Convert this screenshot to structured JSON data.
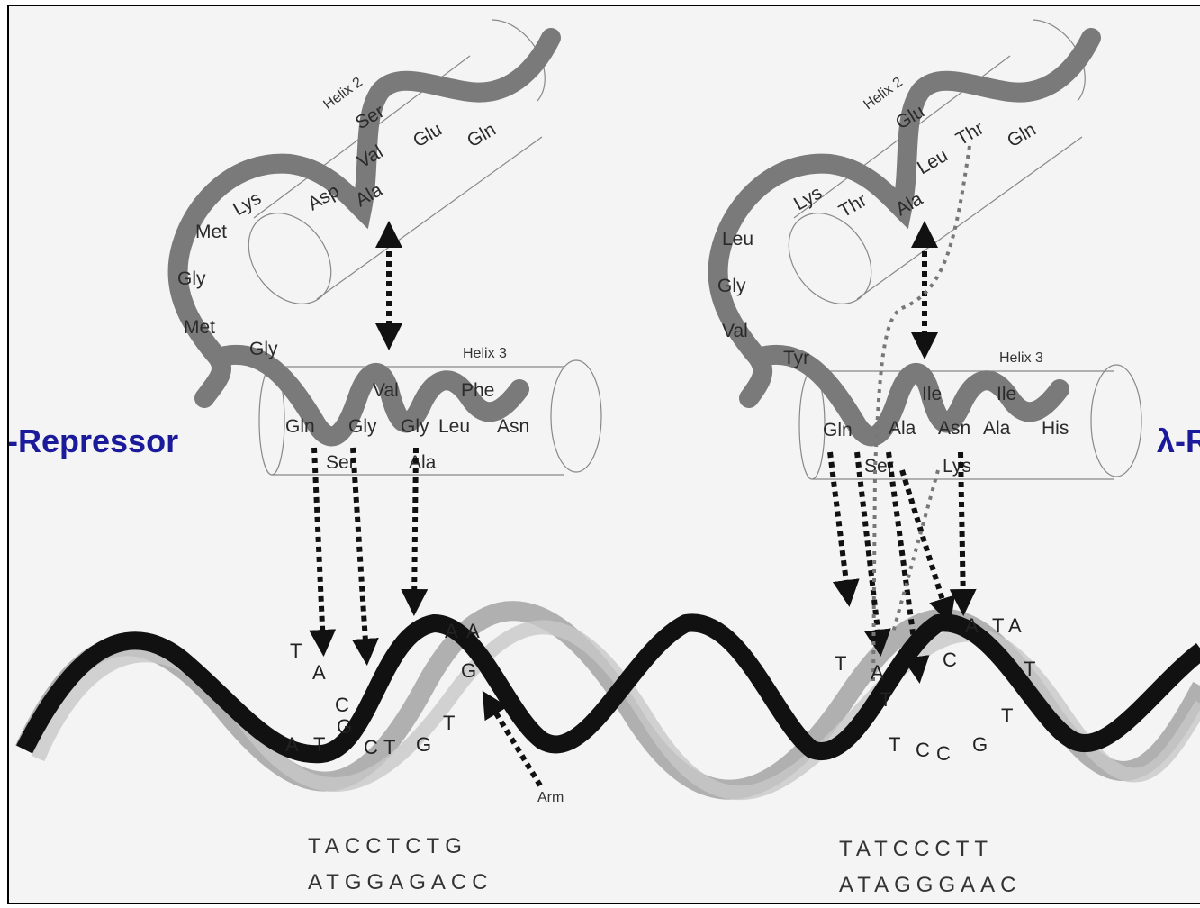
{
  "labels": {
    "left_protein": "-Repressor",
    "right_protein": "λ-R"
  },
  "left": {
    "helix2": "Helix 2",
    "helix3": "Helix 3",
    "helix2_residues": [
      "Lys",
      "Asp",
      "Ser",
      "Val",
      "Glu",
      "Gln",
      "Ala"
    ],
    "turn_residues": [
      "Met",
      "Gly",
      "Met",
      "Gly"
    ],
    "helix3_residues": [
      "Val",
      "Phe",
      "Gln",
      "Gly",
      "Gly",
      "Leu",
      "Asn",
      "Ser",
      "Ala"
    ],
    "bases": [
      "T",
      "A",
      "C",
      "G",
      "A",
      "A",
      "G",
      "C",
      "T",
      "G",
      "T",
      "A",
      "T"
    ],
    "arm": "Arm",
    "seq_top": "TACCTCTG",
    "seq_bottom": "ATGGAGACC"
  },
  "right": {
    "helix2": "Helix 2",
    "helix3": "Helix 3",
    "helix2_residues": [
      "Lys",
      "Thr",
      "Glu",
      "Leu",
      "Thr",
      "Gln",
      "Ala"
    ],
    "turn_residues": [
      "Leu",
      "Gly",
      "Val",
      "Tyr"
    ],
    "helix3_residues": [
      "Ile",
      "Ile",
      "Gln",
      "Ala",
      "Asn",
      "Ala",
      "His",
      "Ser",
      "Lys"
    ],
    "bases": [
      "T",
      "A",
      "T",
      "A",
      "T",
      "A",
      "C",
      "C",
      "G",
      "T",
      "T",
      "T",
      "C"
    ],
    "seq_top": "TATCCCTT",
    "seq_bottom": "ATAGGGAAC"
  }
}
